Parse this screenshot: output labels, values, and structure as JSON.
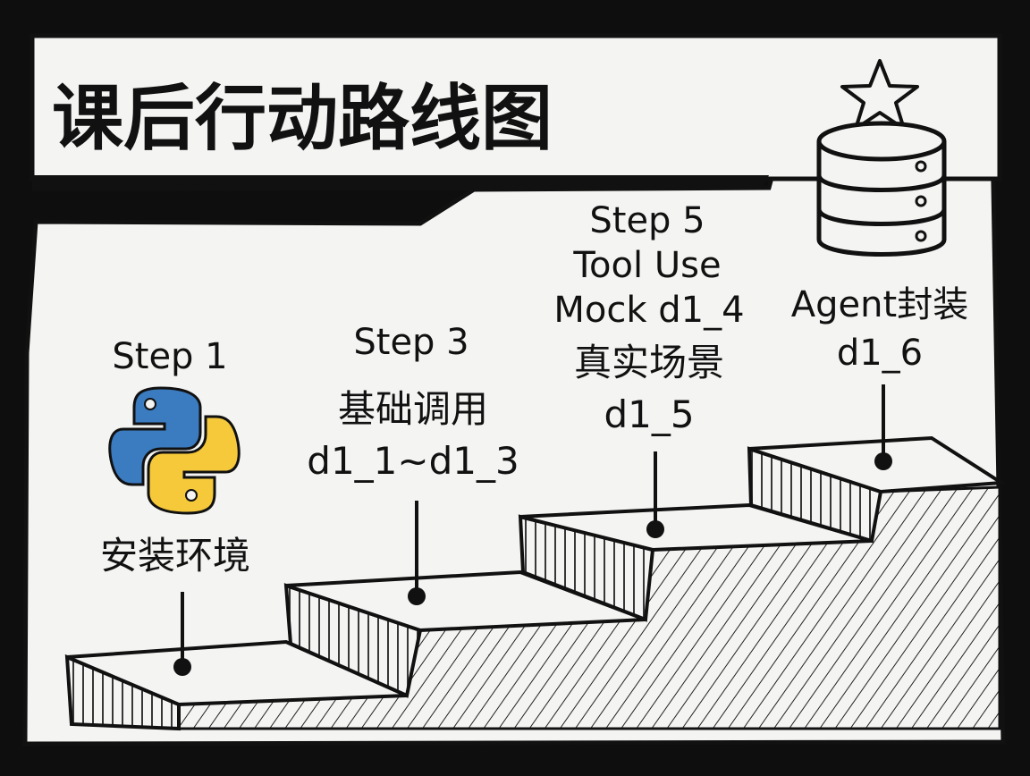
{
  "title": "课后行动路线图",
  "steps": [
    {
      "heading": "Step 1",
      "icon": "python-logo-icon",
      "lines": [
        "安装环境"
      ]
    },
    {
      "heading": "Step 3",
      "lines": [
        "基础调用",
        "d1_1~d1_3"
      ]
    },
    {
      "heading": "Step 5",
      "lines": [
        "Tool Use",
        "Mock d1_4",
        "真实场景",
        "d1_5"
      ]
    },
    {
      "icon": "database-star-icon",
      "lines": [
        "Agent封装",
        "d1_6"
      ]
    }
  ],
  "colors": {
    "background": "#0e0e0e",
    "panel": "#f4f4f2",
    "ink": "#111111",
    "python_blue": "#3b7bbf",
    "python_yellow": "#f5c93a"
  }
}
